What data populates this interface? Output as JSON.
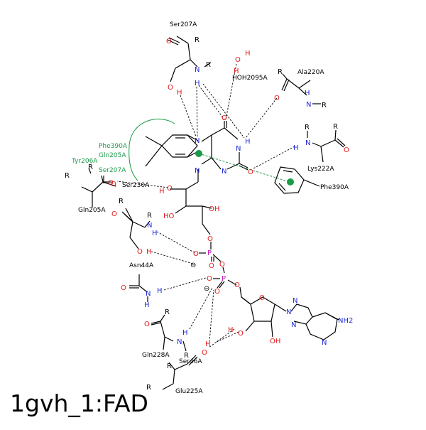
{
  "title": "1gvh_1:FAD",
  "colors": {
    "oxygen": "#e0191a",
    "nitrogen": "#1f2bd8",
    "phosphorus": "#c21ec2",
    "carbon": "#000000",
    "pi_interaction": "#1b9a4a"
  },
  "residues": {
    "ser207_top": "Ser207A",
    "hoh2095": "HOH2095A",
    "ala220": "Ala220A",
    "lys222": "Lys222A",
    "phe390_right": "Phe390A",
    "phe390_green": "Phe390A",
    "gln205_green": "Gln205A",
    "tyr206_green": "Tyr206A",
    "ser207_green": "Ser207A",
    "ser230": "Ser230A",
    "gln205": "Gln205A",
    "asn44": "Asn44A",
    "gln228": "Gln228A",
    "ser46": "Ser46A",
    "glu225": "Glu225A"
  },
  "atoms": {
    "O": "O",
    "N": "N",
    "H": "H",
    "P": "P",
    "R": "R",
    "OH": "OH",
    "HO": "HO",
    "NH2": "NH2",
    "minus": "⊖"
  }
}
